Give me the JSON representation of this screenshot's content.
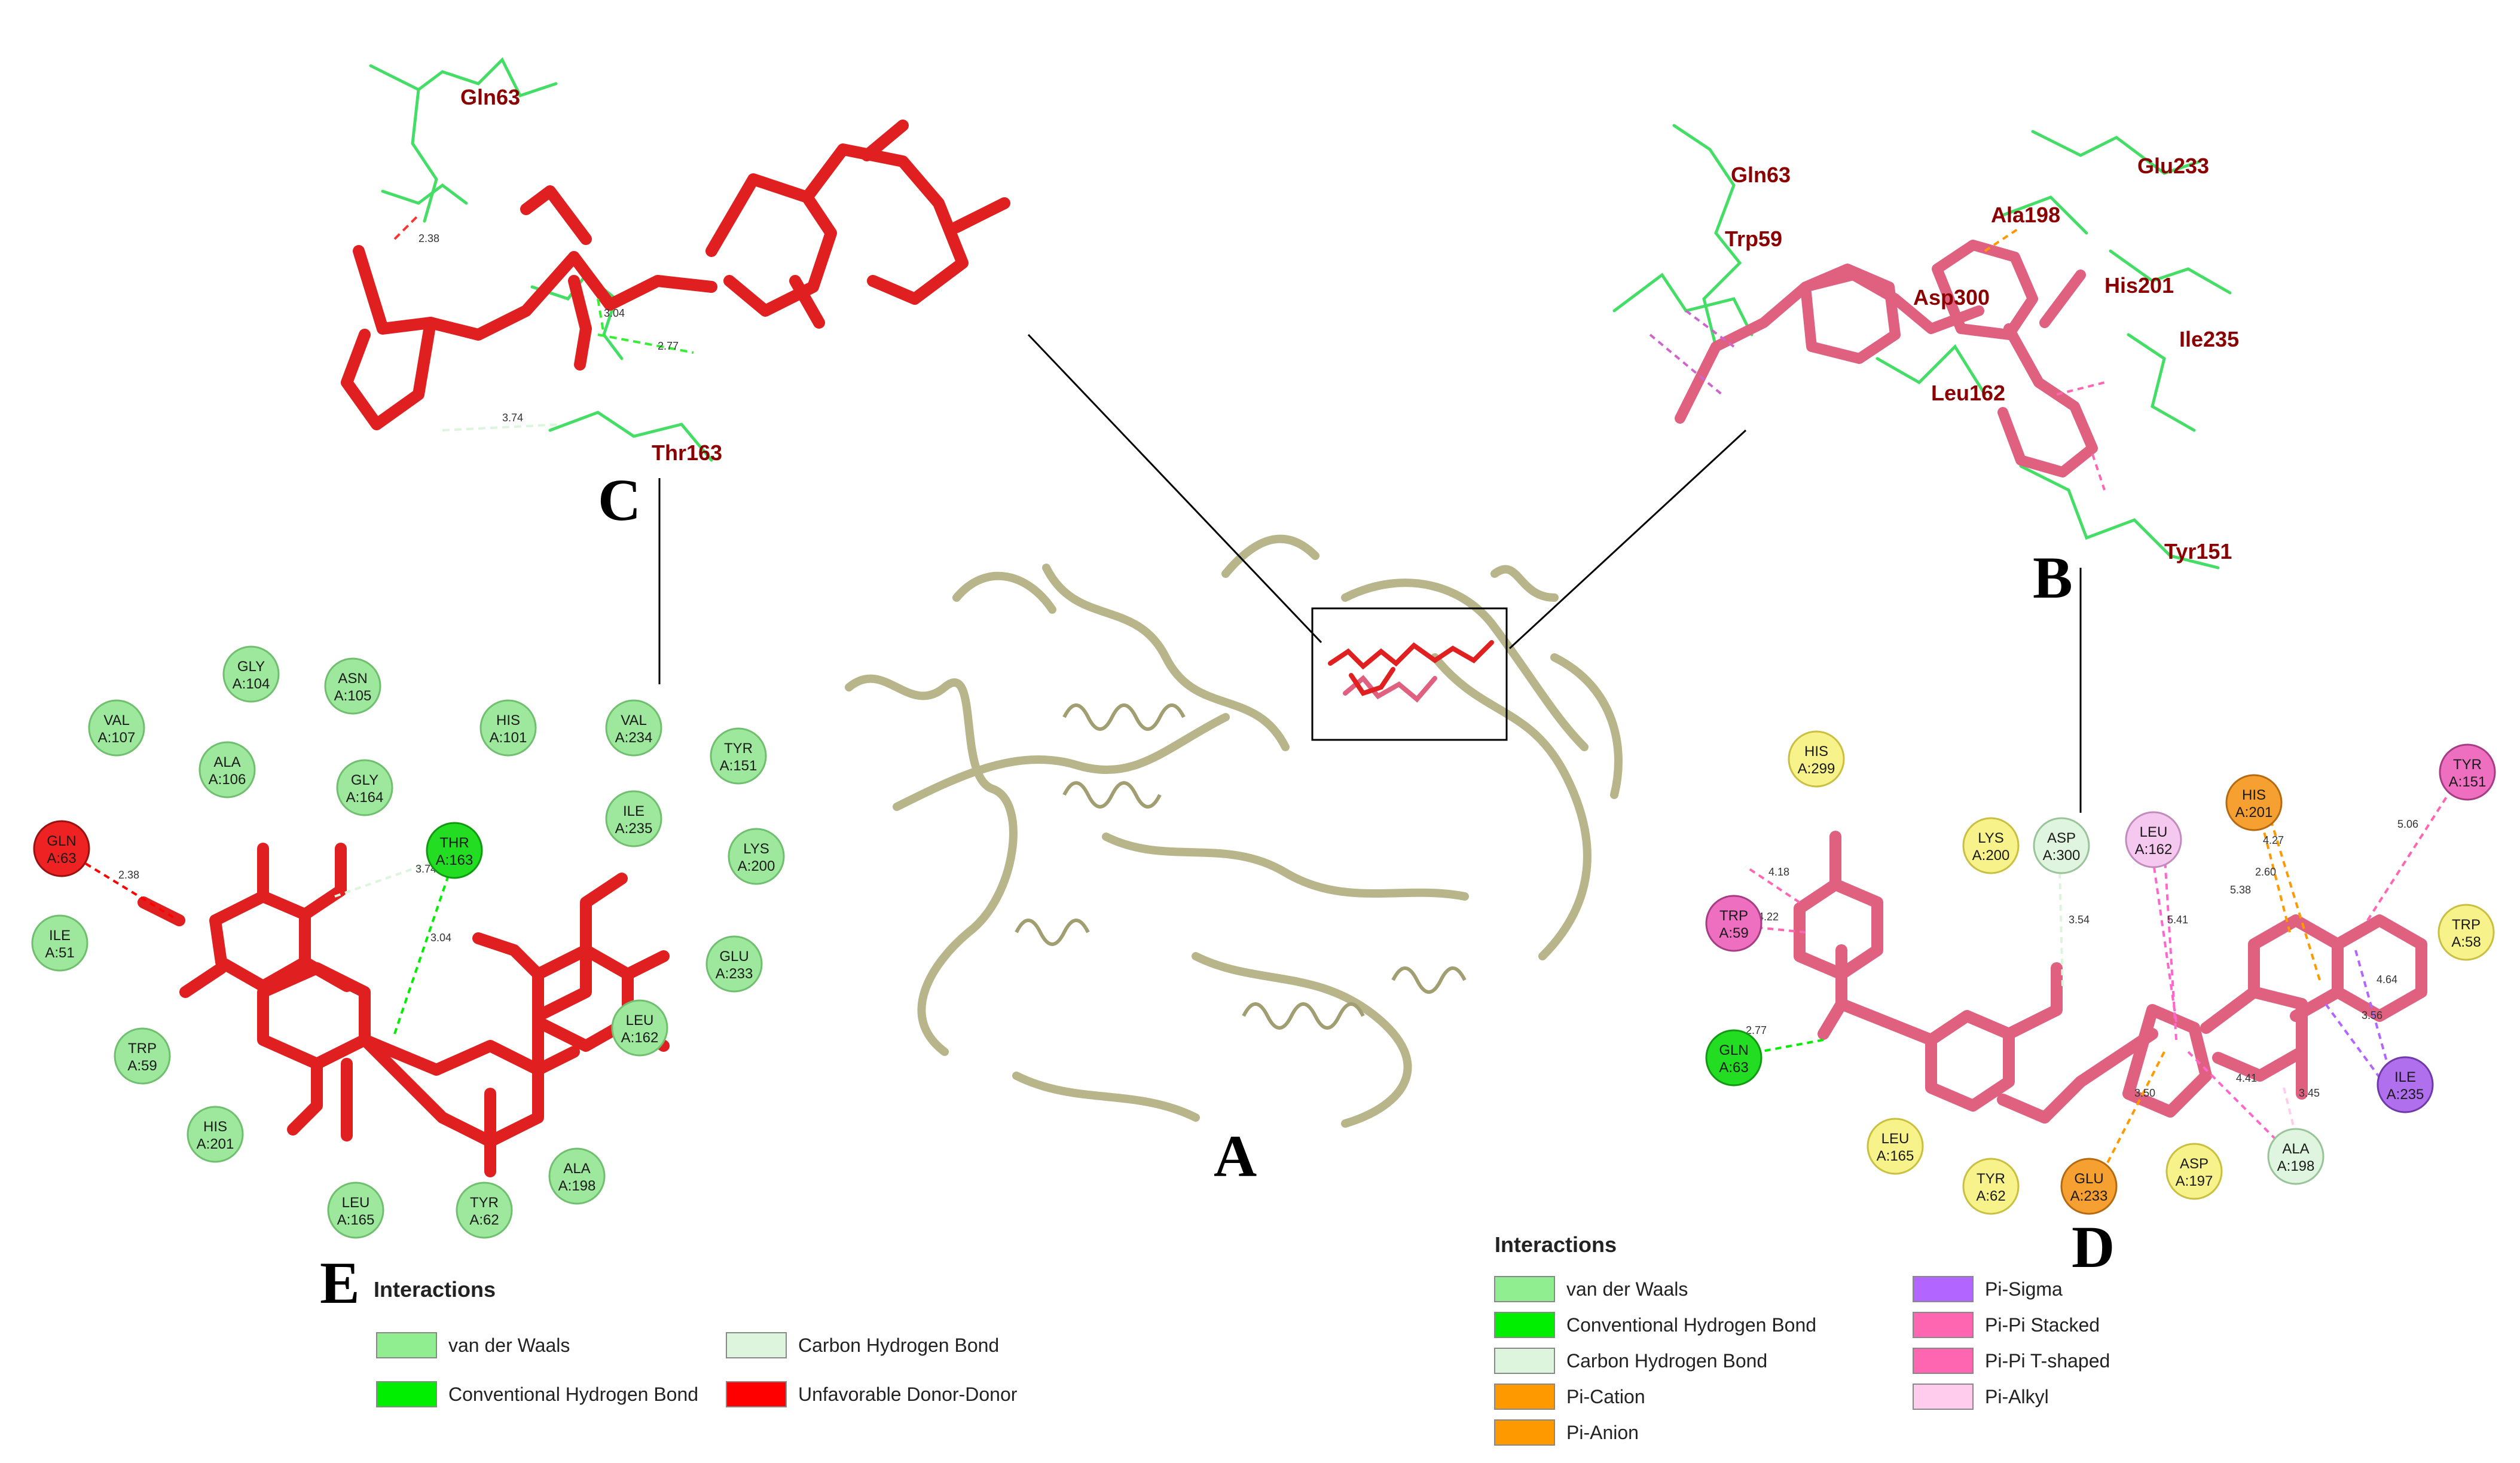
{
  "panels": {
    "A": "A",
    "B": "B",
    "C": "C",
    "D": "D",
    "E": "E"
  },
  "panelC": {
    "residues": [
      {
        "id": "gln63",
        "label": "Gln63"
      },
      {
        "id": "thr163",
        "label": "Thr163"
      }
    ],
    "distances": [
      "2.38",
      "2.77",
      "3.04",
      "3.74"
    ]
  },
  "panelB": {
    "residues": [
      {
        "id": "gln63",
        "label": "Gln63"
      },
      {
        "id": "trp59",
        "label": "Trp59"
      },
      {
        "id": "glu233",
        "label": "Glu233"
      },
      {
        "id": "ala198",
        "label": "Ala198"
      },
      {
        "id": "his201",
        "label": "His201"
      },
      {
        "id": "asp300",
        "label": "Asp300"
      },
      {
        "id": "ile235",
        "label": "Ile235"
      },
      {
        "id": "leu162",
        "label": "Leu162"
      },
      {
        "id": "tyr151",
        "label": "Tyr151"
      }
    ]
  },
  "panelE": {
    "residues": [
      {
        "id": "val107",
        "name": "VAL",
        "num": "A:107",
        "type": "vdw"
      },
      {
        "id": "gly104",
        "name": "GLY",
        "num": "A:104",
        "type": "vdw"
      },
      {
        "id": "asn105",
        "name": "ASN",
        "num": "A:105",
        "type": "vdw"
      },
      {
        "id": "his101",
        "name": "HIS",
        "num": "A:101",
        "type": "vdw"
      },
      {
        "id": "val234",
        "name": "VAL",
        "num": "A:234",
        "type": "vdw"
      },
      {
        "id": "tyr151",
        "name": "TYR",
        "num": "A:151",
        "type": "vdw"
      },
      {
        "id": "ala106",
        "name": "ALA",
        "num": "A:106",
        "type": "vdw"
      },
      {
        "id": "gly164",
        "name": "GLY",
        "num": "A:164",
        "type": "vdw"
      },
      {
        "id": "gln63",
        "name": "GLN",
        "num": "A:63",
        "type": "unfavorable"
      },
      {
        "id": "thr163",
        "name": "THR",
        "num": "A:163",
        "type": "hbond"
      },
      {
        "id": "ile235",
        "name": "ILE",
        "num": "A:235",
        "type": "vdw"
      },
      {
        "id": "lys200",
        "name": "LYS",
        "num": "A:200",
        "type": "vdw"
      },
      {
        "id": "ile51",
        "name": "ILE",
        "num": "A:51",
        "type": "vdw"
      },
      {
        "id": "glu233",
        "name": "GLU",
        "num": "A:233",
        "type": "vdw"
      },
      {
        "id": "trp59",
        "name": "TRP",
        "num": "A:59",
        "type": "vdw"
      },
      {
        "id": "leu162",
        "name": "LEU",
        "num": "A:162",
        "type": "vdw"
      },
      {
        "id": "his201",
        "name": "HIS",
        "num": "A:201",
        "type": "vdw"
      },
      {
        "id": "ala198",
        "name": "ALA",
        "num": "A:198",
        "type": "vdw"
      },
      {
        "id": "leu165",
        "name": "LEU",
        "num": "A:165",
        "type": "vdw"
      },
      {
        "id": "tyr62",
        "name": "TYR",
        "num": "A:62",
        "type": "vdw"
      }
    ],
    "distances": [
      "2.38",
      "3.74",
      "3.04"
    ],
    "legend": {
      "title": "Interactions",
      "items": [
        {
          "label": "van der Waals",
          "color": "#90ee90"
        },
        {
          "label": "Carbon Hydrogen Bond",
          "color": "#dcf5dc"
        },
        {
          "label": "Conventional Hydrogen Bond",
          "color": "#00ee00"
        },
        {
          "label": "Unfavorable Donor-Donor",
          "color": "#ff0000"
        }
      ]
    }
  },
  "panelD": {
    "residues": [
      {
        "id": "his299",
        "name": "HIS",
        "num": "A:299",
        "type": "other"
      },
      {
        "id": "lys200",
        "name": "LYS",
        "num": "A:200",
        "type": "other"
      },
      {
        "id": "asp300",
        "name": "ASP",
        "num": "A:300",
        "type": "chbond"
      },
      {
        "id": "leu162",
        "name": "LEU",
        "num": "A:162",
        "type": "alkyl"
      },
      {
        "id": "his201",
        "name": "HIS",
        "num": "A:201",
        "type": "picat"
      },
      {
        "id": "tyr151",
        "name": "TYR",
        "num": "A:151",
        "type": "pipi"
      },
      {
        "id": "trp59",
        "name": "TRP",
        "num": "A:59",
        "type": "pipi"
      },
      {
        "id": "trp58",
        "name": "TRP",
        "num": "A:58",
        "type": "other"
      },
      {
        "id": "gln63",
        "name": "GLN",
        "num": "A:63",
        "type": "hbond"
      },
      {
        "id": "ile235",
        "name": "ILE",
        "num": "A:235",
        "type": "pisigma"
      },
      {
        "id": "leu165",
        "name": "LEU",
        "num": "A:165",
        "type": "other"
      },
      {
        "id": "ala198",
        "name": "ALA",
        "num": "A:198",
        "type": "chbond"
      },
      {
        "id": "tyr62",
        "name": "TYR",
        "num": "A:62",
        "type": "other"
      },
      {
        "id": "glu233",
        "name": "GLU",
        "num": "A:233",
        "type": "picat"
      },
      {
        "id": "asp197",
        "name": "ASP",
        "num": "A:197",
        "type": "other"
      }
    ],
    "distances": [
      "4.18",
      "4.22",
      "3.54",
      "5.41",
      "5.38",
      "4.27",
      "2.60",
      "5.06",
      "4.64",
      "3.56",
      "2.77",
      "3.50",
      "4.41",
      "3.45"
    ],
    "legend": {
      "title": "Interactions",
      "items": [
        {
          "label": "van der Waals",
          "color": "#90ee90"
        },
        {
          "label": "Conventional Hydrogen Bond",
          "color": "#00ee00"
        },
        {
          "label": "Carbon Hydrogen Bond",
          "color": "#dcf5dc"
        },
        {
          "label": "Pi-Cation",
          "color": "#ff9900"
        },
        {
          "label": "Pi-Anion",
          "color": "#ff9900"
        },
        {
          "label": "Pi-Sigma",
          "color": "#b266ff"
        },
        {
          "label": "Pi-Pi Stacked",
          "color": "#ff66b2"
        },
        {
          "label": "Pi-Pi T-shaped",
          "color": "#ff66b2"
        },
        {
          "label": "Pi-Alkyl",
          "color": "#ffccee"
        }
      ]
    }
  },
  "colors": {
    "ligandRed": "#e02020",
    "ligandPink": "#e06080",
    "protein": "#c9c7a0",
    "residueStick": "#44dd66",
    "residueLabel": "#8b0000"
  }
}
